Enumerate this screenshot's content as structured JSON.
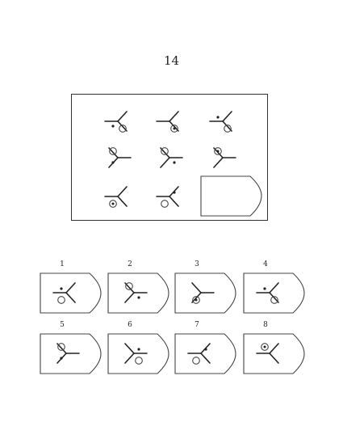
{
  "problem": {
    "number": "14"
  },
  "matrix": {
    "cells": [
      {
        "orient": "L",
        "circle": "BR",
        "circle_dot": false,
        "dot": "BL"
      },
      {
        "orient": "L",
        "circle": "BR",
        "circle_dot": true,
        "dot": null
      },
      {
        "orient": "L",
        "circle": "BR",
        "circle_dot": false,
        "dot": "TL"
      },
      {
        "orient": "R",
        "circle": "TL",
        "circle_dot": false,
        "dot": "BL"
      },
      {
        "orient": "R",
        "circle": "TL",
        "circle_dot": false,
        "dot": "BR"
      },
      {
        "orient": "R",
        "circle": "TL",
        "circle_dot": true,
        "dot": null
      },
      {
        "orient": "L",
        "circle": "BL",
        "circle_dot": true,
        "dot": null
      },
      {
        "orient": "L",
        "circle": "BL",
        "circle_dot": false,
        "dot": "TR"
      }
    ]
  },
  "options": [
    {
      "label": "1",
      "orient": "L",
      "circle": "BL",
      "circle_dot": false,
      "dot": "TL"
    },
    {
      "label": "2",
      "orient": "R",
      "circle": "TL",
      "circle_dot": false,
      "dot": "BR"
    },
    {
      "label": "3",
      "orient": "R",
      "circle": "BL",
      "circle_dot": true,
      "dot": null
    },
    {
      "label": "4",
      "orient": "L",
      "circle": "BR",
      "circle_dot": false,
      "dot": "TL"
    },
    {
      "label": "5",
      "orient": "R",
      "circle": "TL",
      "circle_dot": false,
      "dot": "BL"
    },
    {
      "label": "6",
      "orient": "R",
      "circle": "BR",
      "circle_dot": false,
      "dot": "TR"
    },
    {
      "label": "7",
      "orient": "L",
      "circle": "BL",
      "circle_dot": false,
      "dot": "TR"
    },
    {
      "label": "8",
      "orient": "L",
      "circle": "TL",
      "circle_dot": true,
      "dot": null
    }
  ]
}
